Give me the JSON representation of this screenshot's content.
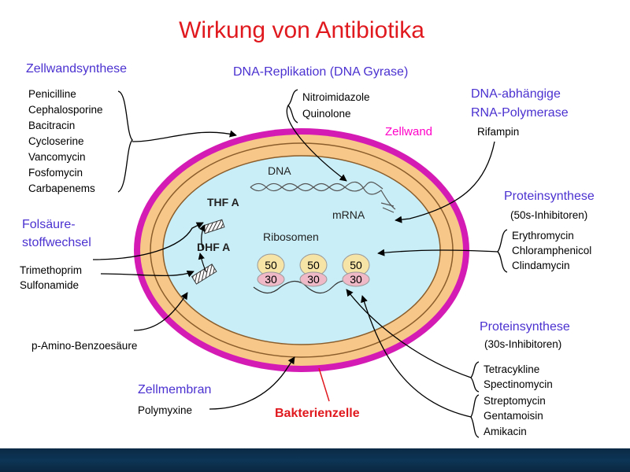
{
  "title": "Wirkung von Antibiotika",
  "cell_wall_synthesis": {
    "heading": "Zellwandsynthese",
    "drugs": [
      "Penicilline",
      "Cephalosporine",
      "Bacitracin",
      "Cycloserine",
      "Vancomycin",
      "Fosfomycin",
      "Carbapenems"
    ]
  },
  "dna_replication": {
    "heading": "DNA-Replikation (DNA Gyrase)",
    "drugs": [
      "Nitroimidazole",
      "Quinolone"
    ]
  },
  "rna_polymerase": {
    "heading_lines": [
      "DNA-abhängige",
      "RNA-Polymerase"
    ],
    "drugs": [
      "Rifampin"
    ]
  },
  "cell_wall_label": "Zellwand",
  "folate": {
    "heading_lines": [
      "Folsäure-",
      "stoffwechsel"
    ],
    "drugs": [
      "Trimethoprim",
      "Sulfonamide"
    ],
    "thf": "THF A",
    "dhf": "DHF A"
  },
  "paba": "p-Amino-Benzoesäure",
  "inner_labels": {
    "dna": "DNA",
    "mrna": "mRNA",
    "ribosomes": "Ribosomen"
  },
  "ribosome_units": {
    "large": "50",
    "small": "30"
  },
  "protein_50s": {
    "heading": "Proteinsynthese",
    "sub": "(50s-Inhibitoren)",
    "drugs": [
      "Erythromycin",
      "Chloramphenicol",
      "Clindamycin"
    ]
  },
  "protein_30s": {
    "heading": "Proteinsynthese",
    "sub": "(30s-Inhibitoren)",
    "drugs_a": [
      "Tetracykline",
      "Spectinomycin"
    ],
    "drugs_b": [
      "Streptomycin",
      "Gentamoisin",
      "Amikacin"
    ]
  },
  "cell_membrane": {
    "heading": "Zellmembran",
    "drugs": [
      "Polymyxine"
    ]
  },
  "bacterial_cell_label": "Bakterienzelle",
  "colors": {
    "title": "#e0191f",
    "heading": "#4a31d0",
    "outer_wall": "#d41bb4",
    "membrane": "#f7c78a",
    "cytoplasm": "#c9eef7",
    "ribosome_large": "#f6e3a6",
    "ribosome_small": "#f0b9c7",
    "footer": "#0d3556"
  }
}
